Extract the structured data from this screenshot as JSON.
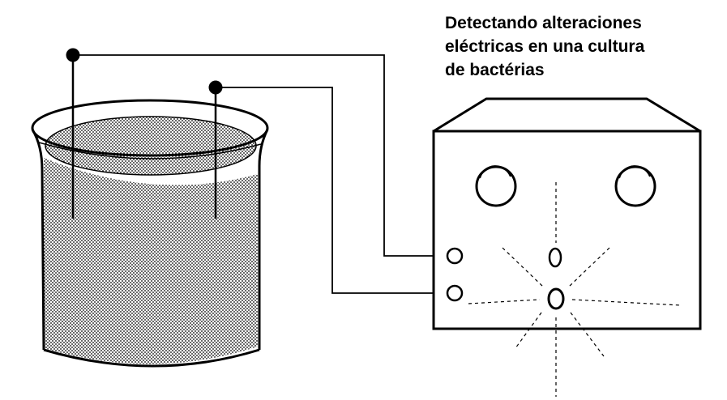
{
  "caption": {
    "line1": "Detectando alteraciones",
    "line2": "eléctricas en una cultura",
    "line3": "de bactérias"
  },
  "colors": {
    "ink": "#000000",
    "background": "#ffffff",
    "liquid_shade": "#9a9a9a"
  },
  "icons": [
    "beaker-icon",
    "electrode-icon",
    "meter-box-icon",
    "knob-icon",
    "terminal-icon",
    "indicator-lamp-icon"
  ]
}
